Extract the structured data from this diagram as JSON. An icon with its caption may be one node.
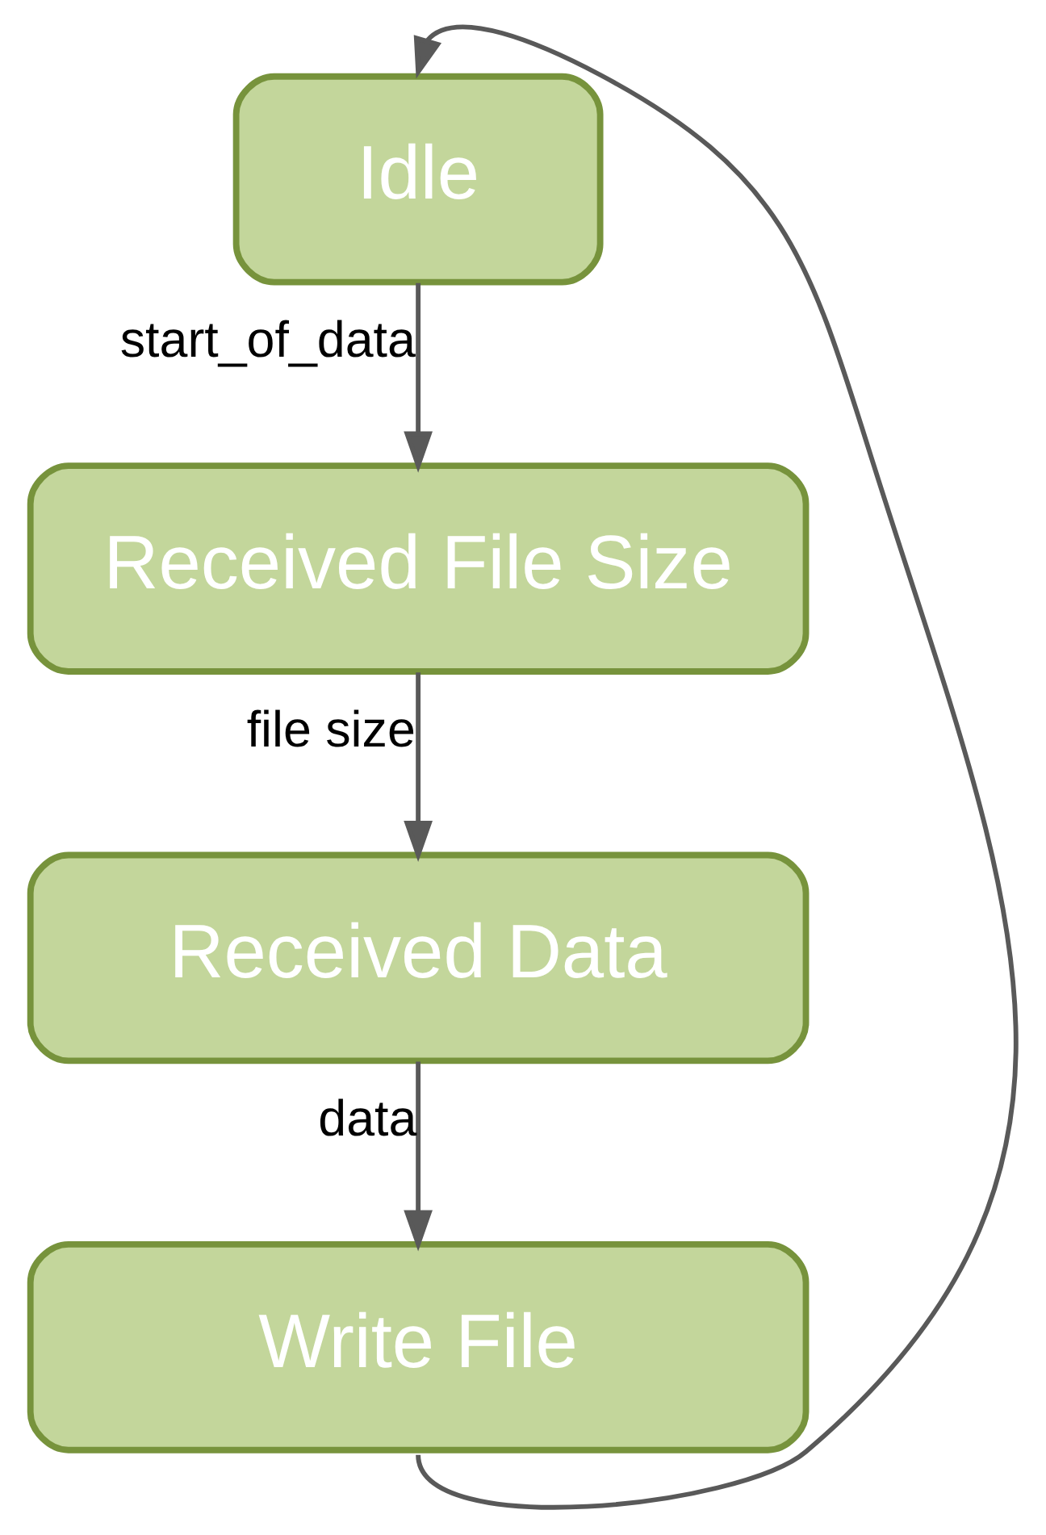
{
  "diagram": {
    "nodes": [
      {
        "text": [
          "Idle"
        ]
      },
      {
        "text": [
          "Received File Size"
        ]
      },
      {
        "text": [
          "Received Data"
        ]
      },
      {
        "text": [
          "Write File"
        ]
      }
    ],
    "edges": [
      {
        "from": 0,
        "to": 1,
        "arrow": "to",
        "label": "start_of_data"
      },
      {
        "from": 1,
        "to": 2,
        "arrow": "to",
        "label": "file size"
      },
      {
        "from": 2,
        "to": 3,
        "arrow": "to",
        "label": "data"
      },
      {
        "from": 3,
        "to": 0,
        "arrow": "to"
      }
    ]
  }
}
